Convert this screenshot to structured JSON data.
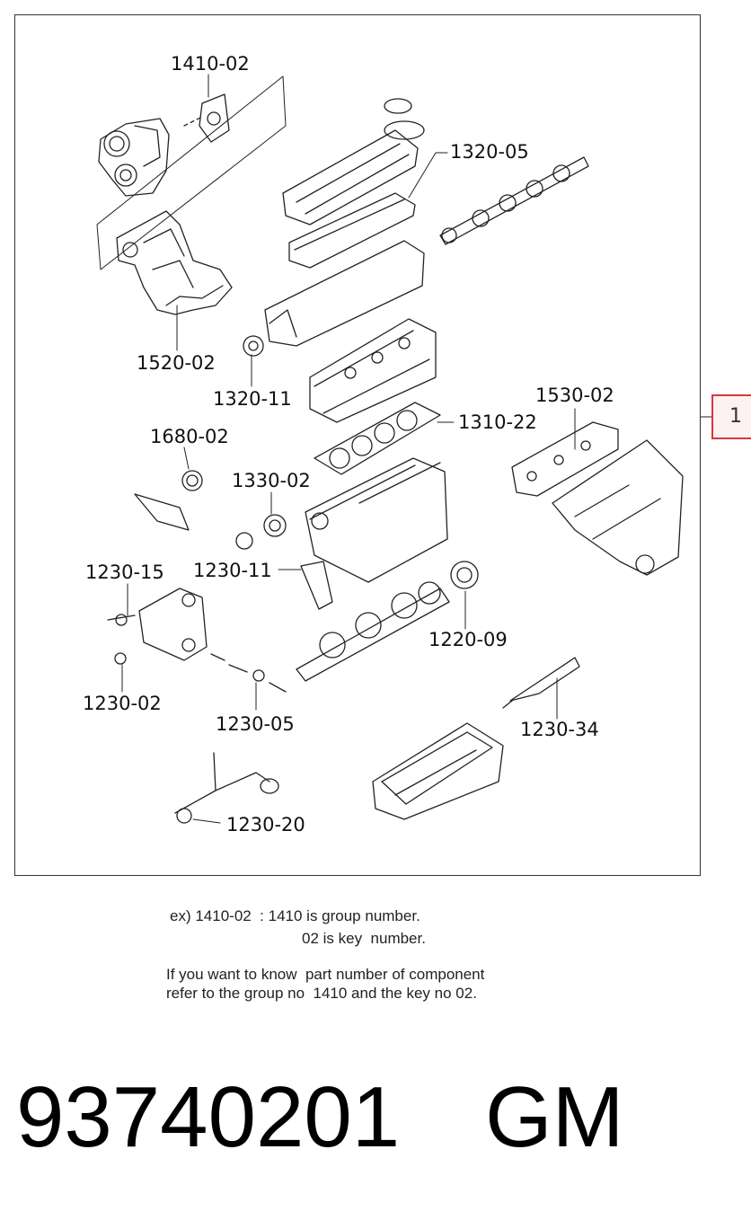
{
  "diagram": {
    "labels": {
      "l1410_02": "1410-02",
      "l1320_05": "1320-05",
      "l1520_02": "1520-02",
      "l1320_11": "1320-11",
      "l1530_02": "1530-02",
      "l1310_22": "1310-22",
      "l1680_02": "1680-02",
      "l1330_02": "1330-02",
      "l1230_15": "1230-15",
      "l1230_11": "1230-11",
      "l1220_09": "1220-09",
      "l1230_02": "1230-02",
      "l1230_05": "1230-05",
      "l1230_34": "1230-34",
      "l1230_20": "1230-20"
    },
    "callout": "1"
  },
  "notes": {
    "line1": "ex) 1410-02  : 1410 is group number.",
    "line2": "02 is key  number.",
    "line3": "If you want to know  part number of component",
    "line4": "refer to the group no  1410 and the key no 02."
  },
  "footer": {
    "part_number": "93740201",
    "brand": "GM"
  }
}
